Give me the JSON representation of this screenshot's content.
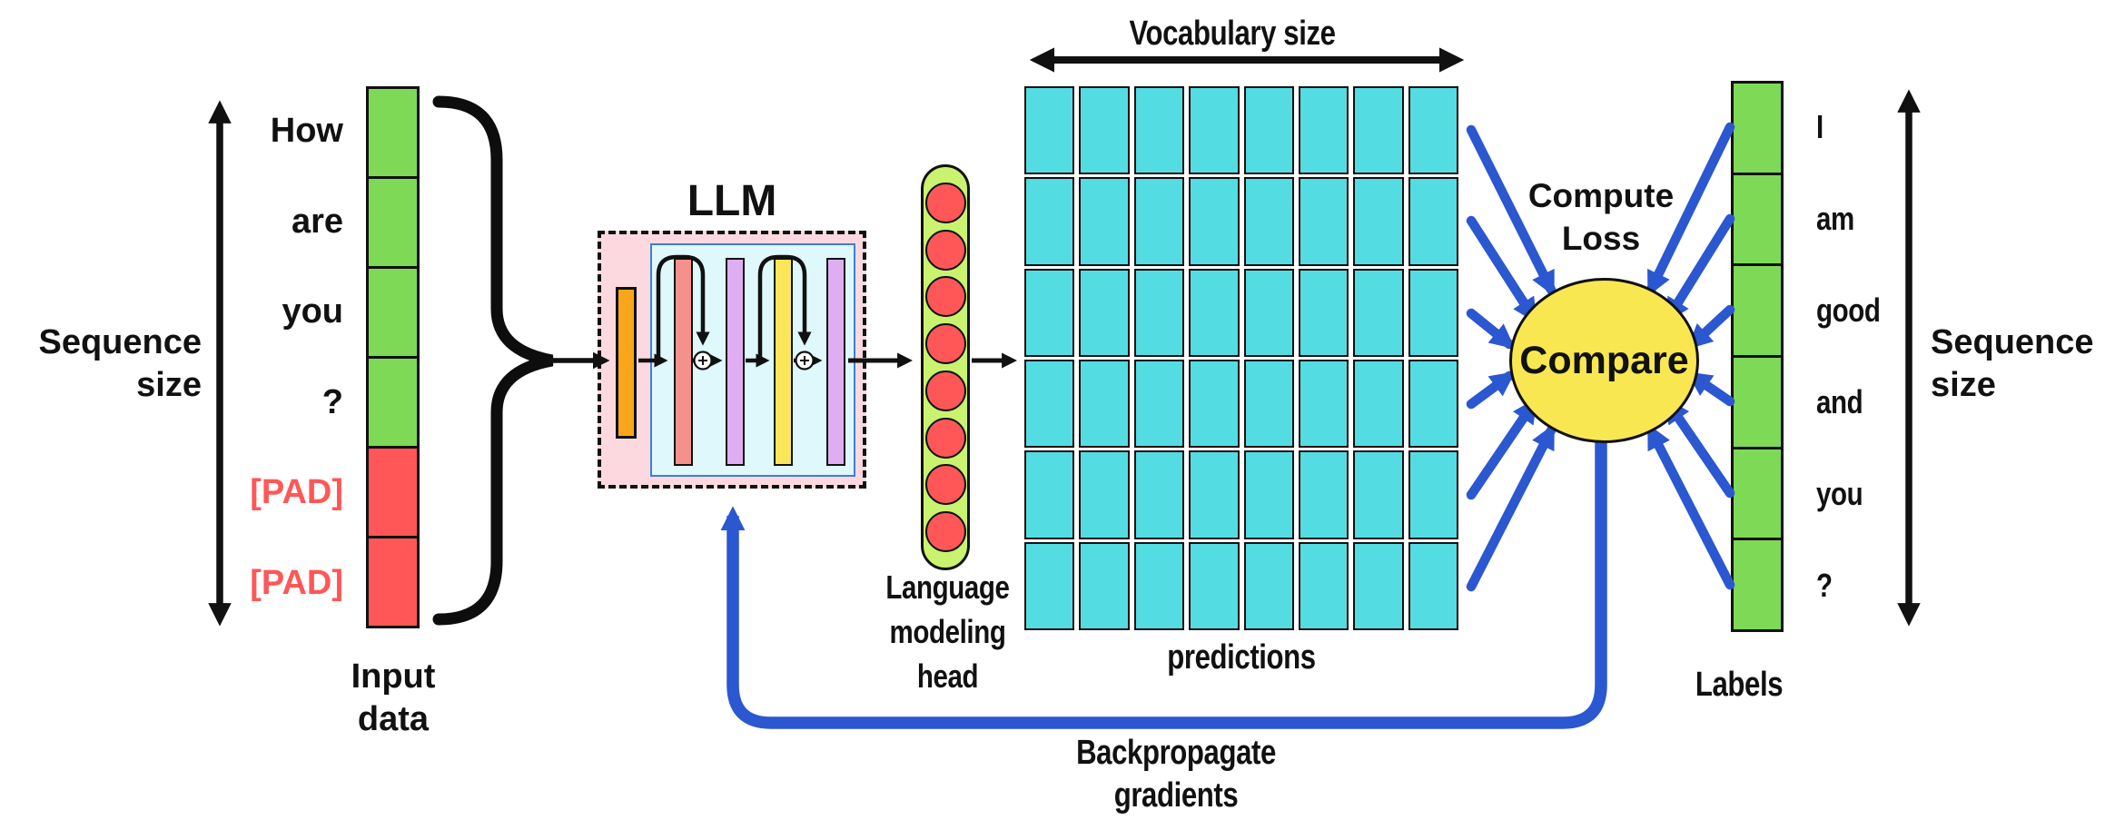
{
  "colors": {
    "token_green": "#7ed957",
    "pad_red": "#ff5757",
    "prediction_cyan": "#53dde2",
    "label_green": "#7ed957",
    "lm_head_green": "#c9f36f",
    "neuron_red": "#ff5757",
    "llm_box_pink": "#fcd9de",
    "llm_inner_cyan": "#dff8fb",
    "embedding_orange": "#faa61a",
    "block_salmon": "#f5918c",
    "block_purple": "#dfaef2",
    "block_yellow": "#fae658",
    "compare_yellow": "#f8e751",
    "arrow_blue": "#2b57d0",
    "ink": "#111111"
  },
  "left_axis": {
    "line1": "Sequence",
    "line2": "size"
  },
  "input_column": {
    "tokens": [
      {
        "text": "How",
        "type": "token"
      },
      {
        "text": "are",
        "type": "token"
      },
      {
        "text": "you",
        "type": "token"
      },
      {
        "text": "?",
        "type": "token"
      },
      {
        "text": "[PAD]",
        "type": "pad"
      },
      {
        "text": "[PAD]",
        "type": "pad"
      }
    ],
    "caption_line1": "Input",
    "caption_line2": "data"
  },
  "llm": {
    "title": "LLM"
  },
  "lm_head": {
    "line1": "Language",
    "line2": "modeling",
    "line3": "head",
    "neurons": 8
  },
  "predictions": {
    "axis_label": "Vocabulary size",
    "caption": "predictions",
    "columns": 8,
    "rows": 6
  },
  "loss": {
    "line1": "Compute",
    "line2": "Loss",
    "compare_label": "Compare"
  },
  "labels_column": {
    "tokens": [
      "I",
      "am",
      "good",
      "and",
      "you",
      "?"
    ],
    "caption": "Labels"
  },
  "right_axis": {
    "line1": "Sequence",
    "line2": "size"
  },
  "backprop": {
    "line1": "Backpropagate",
    "line2": "gradients"
  }
}
